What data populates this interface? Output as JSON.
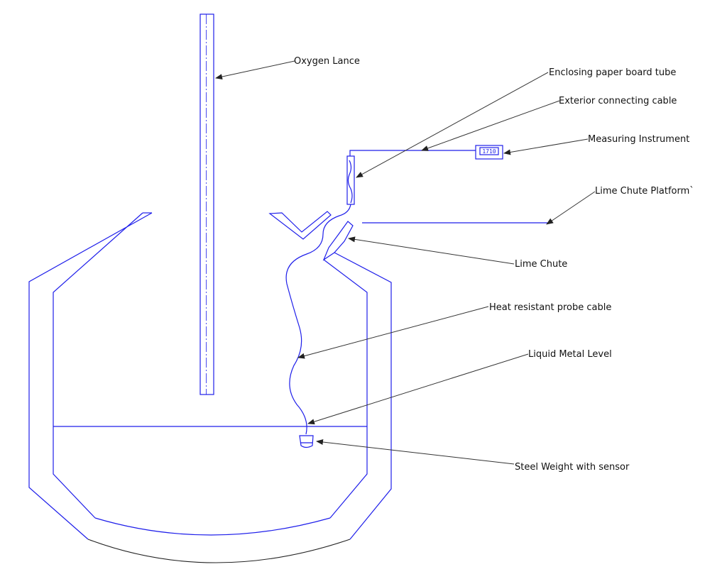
{
  "labels": {
    "oxygen_lance": "Oxygen Lance",
    "paper_tube": "Enclosing paper board tube",
    "exterior_cable": "Exterior connecting cable",
    "measuring_instrument": "Measuring Instrument",
    "chute_platform": "Lime Chute Platform`",
    "lime_chute": "Lime Chute",
    "probe_cable": "Heat resistant probe cable",
    "metal_level": "Liquid Metal Level",
    "steel_weight": "Steel Weight with sensor"
  },
  "instrument": {
    "display": "1710"
  },
  "colors": {
    "drawing": "#1e1eea",
    "leader": "#333333",
    "shell_bottom": "#222222"
  }
}
